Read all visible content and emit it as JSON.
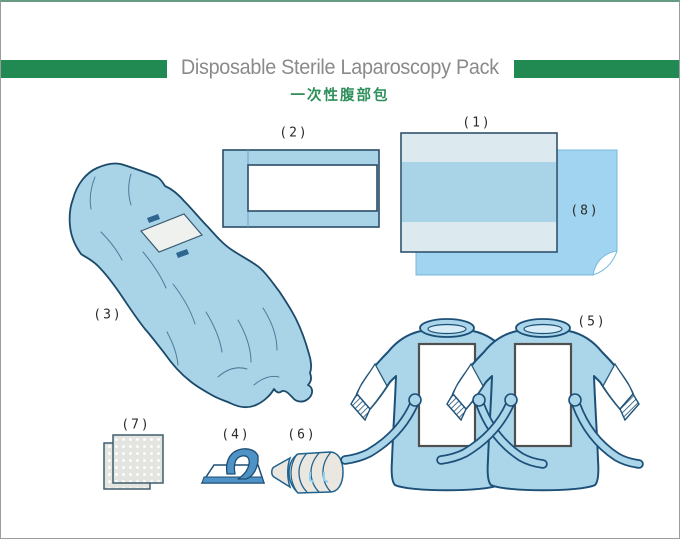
{
  "header": {
    "title": "Disposable Sterile Laparoscopy Pack",
    "subtitle_zh": "一次性腹部包"
  },
  "labels": [
    "(1)",
    "(2)",
    "(3)",
    "(4)",
    "(5)",
    "(6)",
    "(7)",
    "(8)"
  ],
  "colors": {
    "accent_green": "#218a52",
    "title_gray": "#8a8a8a",
    "subtitle_green": "#2f8f5b",
    "drape_blue": "#a9d3e7",
    "gown_blue": "#abd6ea",
    "sheet_blue": "#a0d4f0",
    "band_light": "#dce9ef",
    "outline_blue": "#1d4e74",
    "label_dark": "#2b2b2b",
    "gauze_gray": "#e4e4e0"
  }
}
